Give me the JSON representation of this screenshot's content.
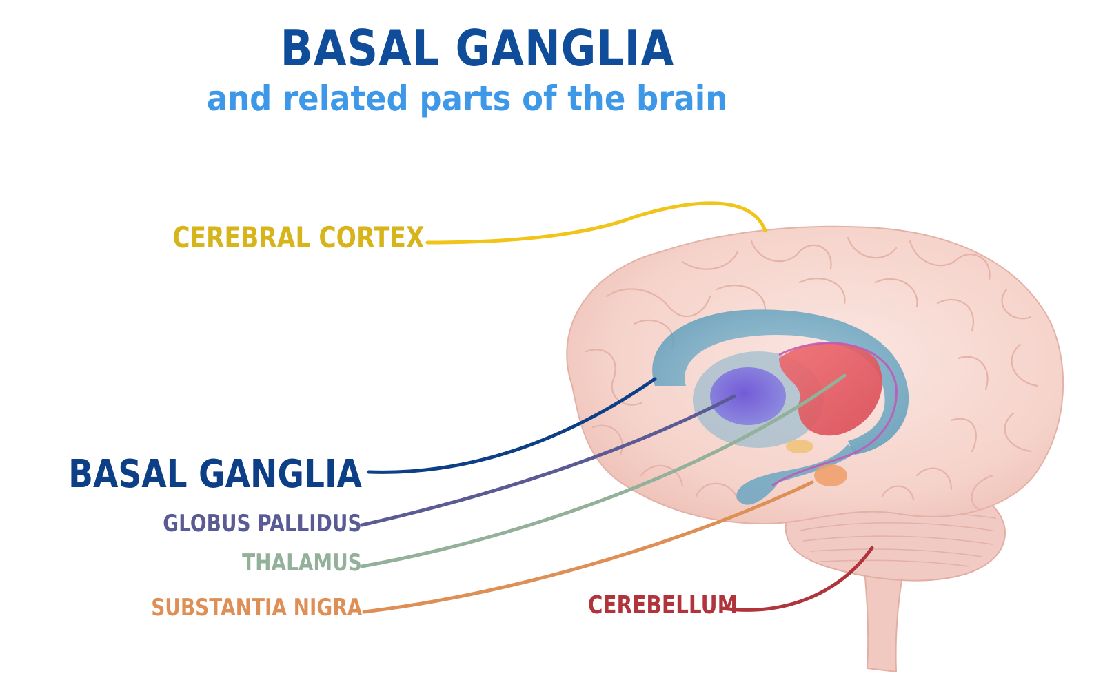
{
  "title": "BASAL GANGLIA",
  "subtitle": "and related parts of the brain",
  "labels": {
    "cerebral_cortex": "CEREBRAL CORTEX",
    "basal_ganglia": "BASAL GANGLIA",
    "globus_pallidus": "GLOBUS PALLIDUS",
    "thalamus": "THALAMUS",
    "substantia_nigra": "SUBSTANTIA NIGRA",
    "cerebellum": "CEREBELLUM"
  },
  "colors": {
    "title": "#0f4c9a",
    "subtitle": "#3e98e8",
    "cerebral_cortex": "#f0c419",
    "basal_ganglia": "#0d3f86",
    "globus_pallidus": "#5a5b94",
    "thalamus": "#93b09a",
    "substantia_nigra": "#dd8f56",
    "cerebellum": "#b0343c",
    "brain": "#f6d7d0"
  }
}
